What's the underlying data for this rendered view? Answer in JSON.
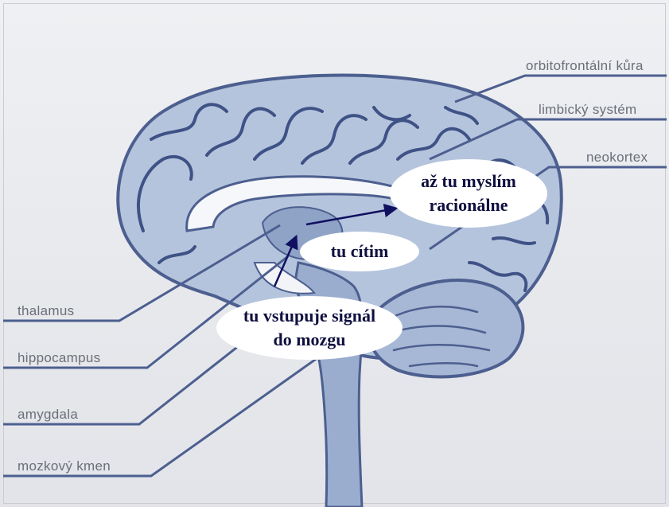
{
  "labels": {
    "orbitofrontal": "orbitofrontální kůra",
    "limbic": "limbický systém",
    "neocortex": "neokortex",
    "thalamus": "thalamus",
    "hippocampus": "hippocampus",
    "amygdala": "amygdala",
    "brainstem": "mozkový kmen"
  },
  "bubbles": {
    "rational_line1": "až tu myslím",
    "rational_line2": "racionálne",
    "feel": "tu cítim",
    "signal_line1": "tu vstupuje signál",
    "signal_line2": "do mozgu"
  },
  "colors": {
    "brain_fill": "#b5c4dd",
    "brain_outline": "#4c5f8f",
    "leader_line": "#4c5f8f",
    "label_text": "#6b6f78",
    "arrow": "#101060",
    "bubble_fill": "#ffffff"
  }
}
